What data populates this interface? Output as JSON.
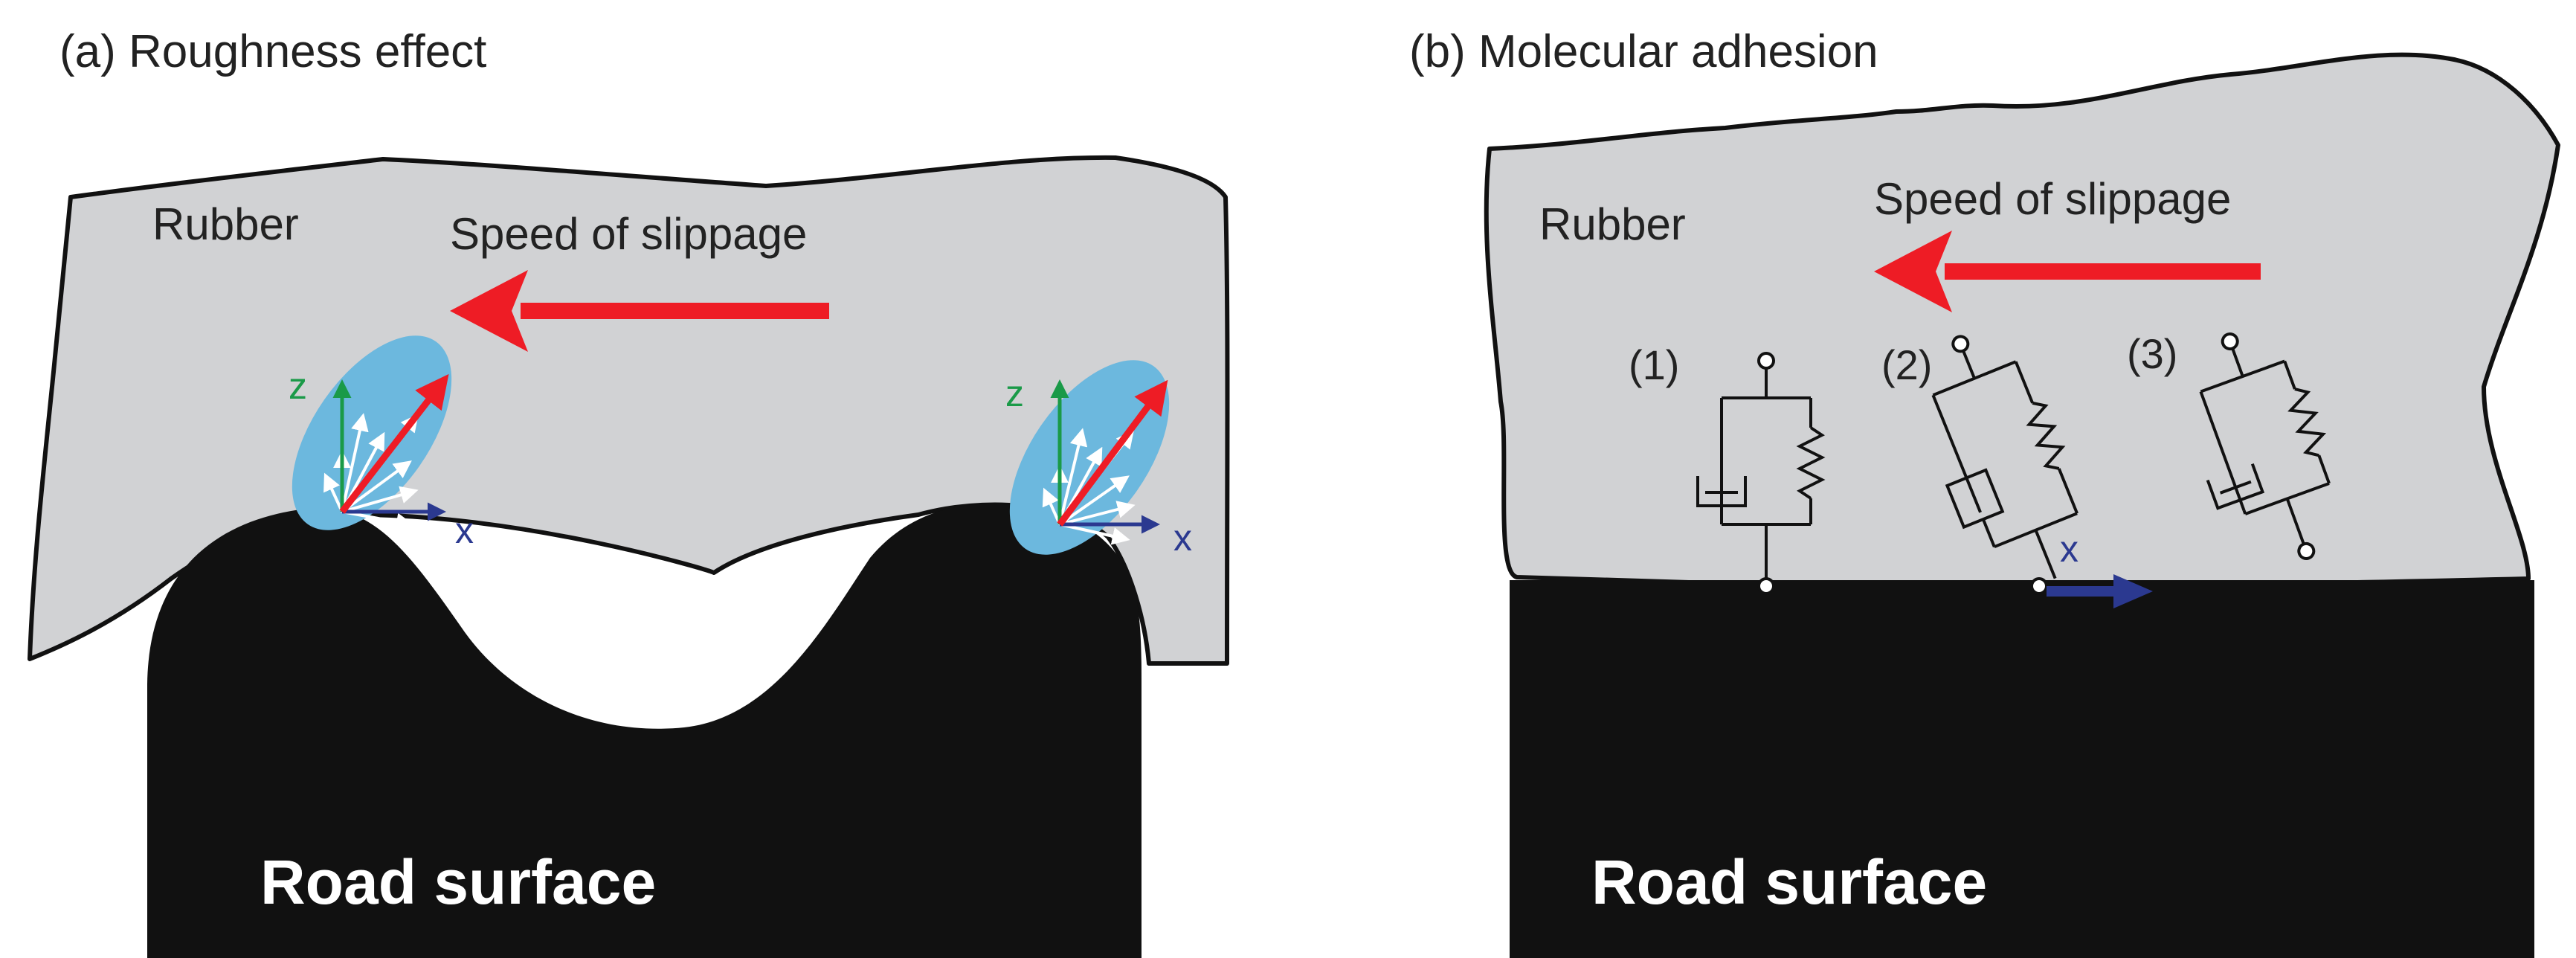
{
  "panel_a": {
    "title": "(a) Roughness effect",
    "rubber_label": "Rubber",
    "slippage_label": "Speed of slippage",
    "road_label": "Road surface",
    "axis_z": "z",
    "axis_x": "x"
  },
  "panel_b": {
    "title": "(b) Molecular adhesion",
    "rubber_label": "Rubber",
    "slippage_label": "Speed of slippage",
    "road_label": "Road surface",
    "axis_x": "x",
    "chain_labels": [
      "(1)",
      "(2)",
      "(3)"
    ]
  },
  "colors": {
    "rubber": "#d1d2d4",
    "road": "#111111",
    "slippage_arrow": "#ee1c25",
    "z_axis": "#1a9a48",
    "x_axis": "#2b3990",
    "contact_zone": "#6cb8de",
    "force_vectors": "#ffffff"
  }
}
